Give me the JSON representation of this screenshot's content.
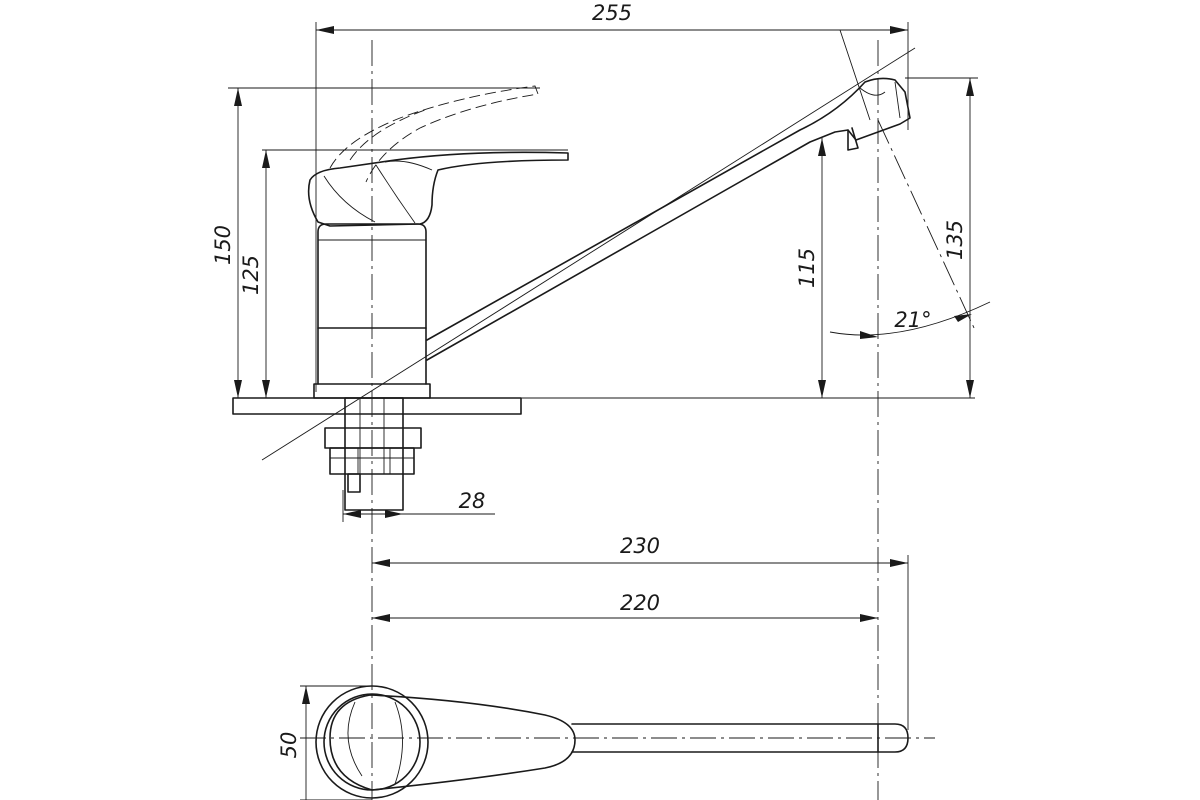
{
  "drawing": {
    "dimensions": {
      "overall_length": "255",
      "spout_reach_outer": "230",
      "spout_reach_inner": "220",
      "lever_height": "150",
      "body_height": "125",
      "spout_height": "115",
      "spout_tip_height": "135",
      "spout_angle": "21°",
      "shank_diameter": "28",
      "base_diameter": "50"
    }
  }
}
